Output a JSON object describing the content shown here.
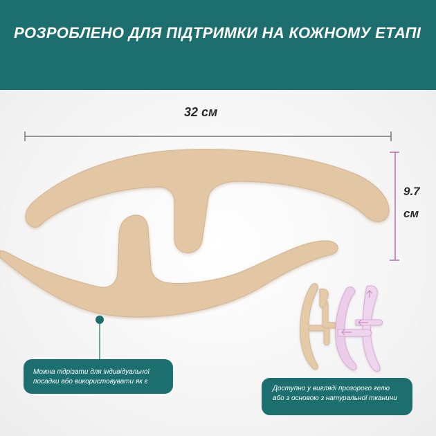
{
  "header": {
    "title": "РОЗРОБЛЕНО ДЛЯ ПІДТРИМКИ НА КОЖНОМУ ЕТАПІ"
  },
  "dimensions": {
    "width_label": "32 см",
    "height_label": "9.7 см"
  },
  "callouts": {
    "left": "Можна підрізати для індивідуальної посадки або використовувати як є",
    "right": "Доступно у вигляді прозорого гелю або з основою з натуральної тканини"
  },
  "colors": {
    "header_bg": "#1c6f6e",
    "product_skin": "#e3c7a5",
    "product_gel": "#e8c4e6",
    "accent_dot": "#1c6f6e"
  }
}
